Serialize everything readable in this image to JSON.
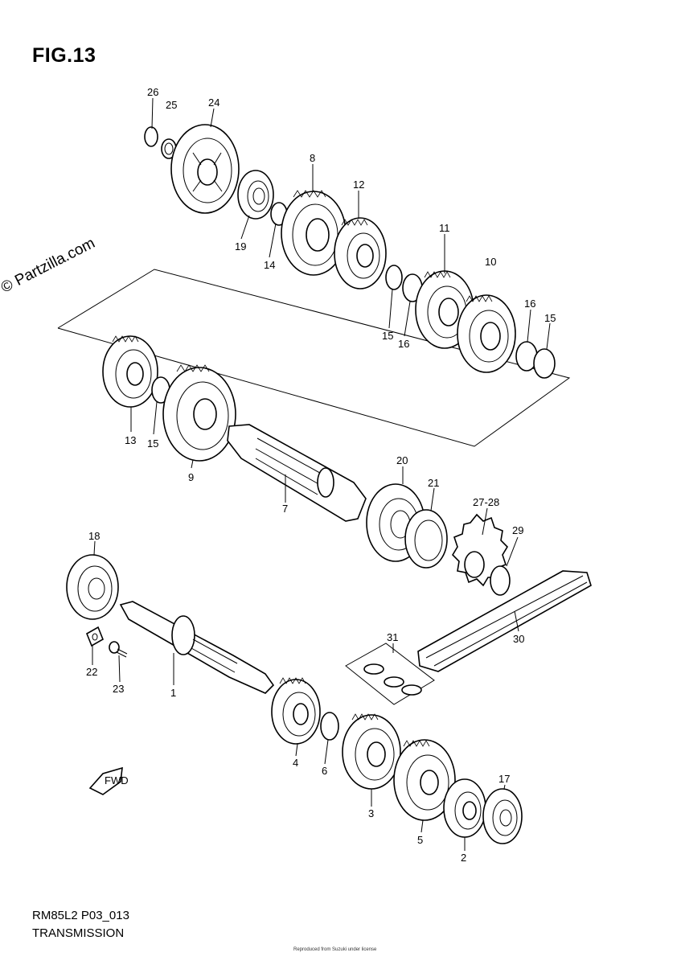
{
  "figure": {
    "title": "FIG.13",
    "watermark": "© Partzilla.com",
    "model_code": "RM85L2 P03_013",
    "section_name": "TRANSMISSION",
    "credit_line": "Reproduced from Suzuki under license",
    "fwd_label": "FWD"
  },
  "callouts": [
    "26",
    "25",
    "24",
    "8",
    "12",
    "11",
    "10",
    "19",
    "14",
    "15",
    "16",
    "16",
    "15",
    "13",
    "15",
    "9",
    "7",
    "20",
    "21",
    "27-28",
    "29",
    "18",
    "30",
    "22",
    "23",
    "1",
    "31",
    "4",
    "6",
    "3",
    "17",
    "5",
    "2"
  ]
}
